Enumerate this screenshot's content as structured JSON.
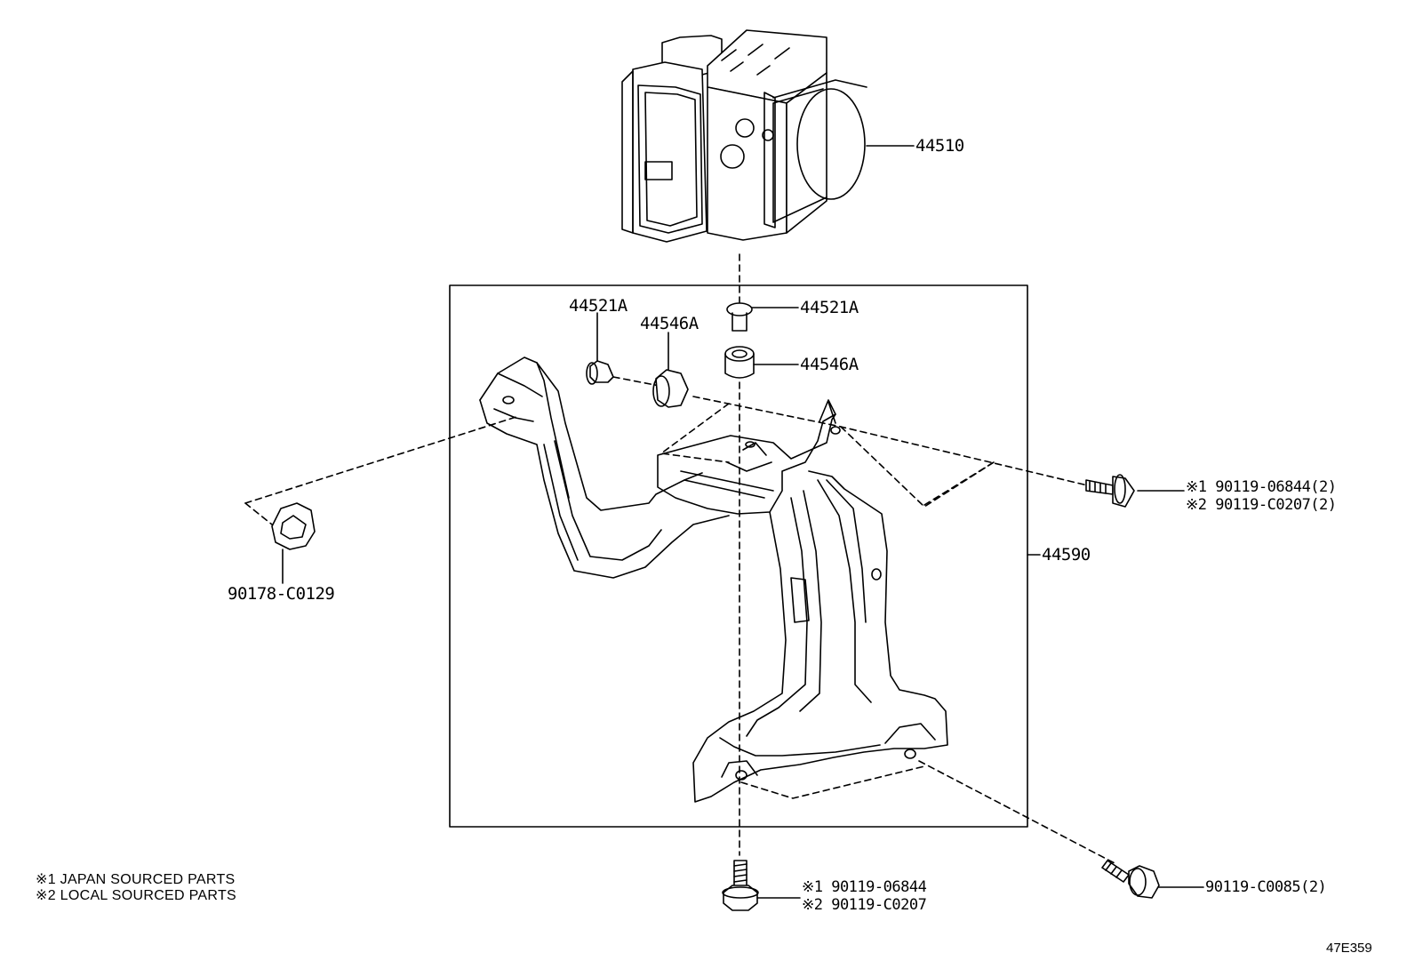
{
  "labels": {
    "abs_actuator": "44510",
    "bracket": "44590",
    "nut": "90178-C0129",
    "collar_left": "44521A",
    "cushion_left": "44546A",
    "collar_right": "44521A",
    "cushion_right": "44546A",
    "bolt_right_1": "※1 90119-06844(2)",
    "bolt_right_2": "※2 90119-C0207(2)",
    "bolt_bottom_1": "※1 90119-06844",
    "bolt_bottom_2": "※2 90119-C0207",
    "bolt_lower_right": "90119-C0085(2)"
  },
  "notes": {
    "note1": "※1 JAPAN SOURCED PARTS",
    "note2": "※2 LOCAL SOURCED PARTS"
  },
  "diagram_code": "47E359"
}
